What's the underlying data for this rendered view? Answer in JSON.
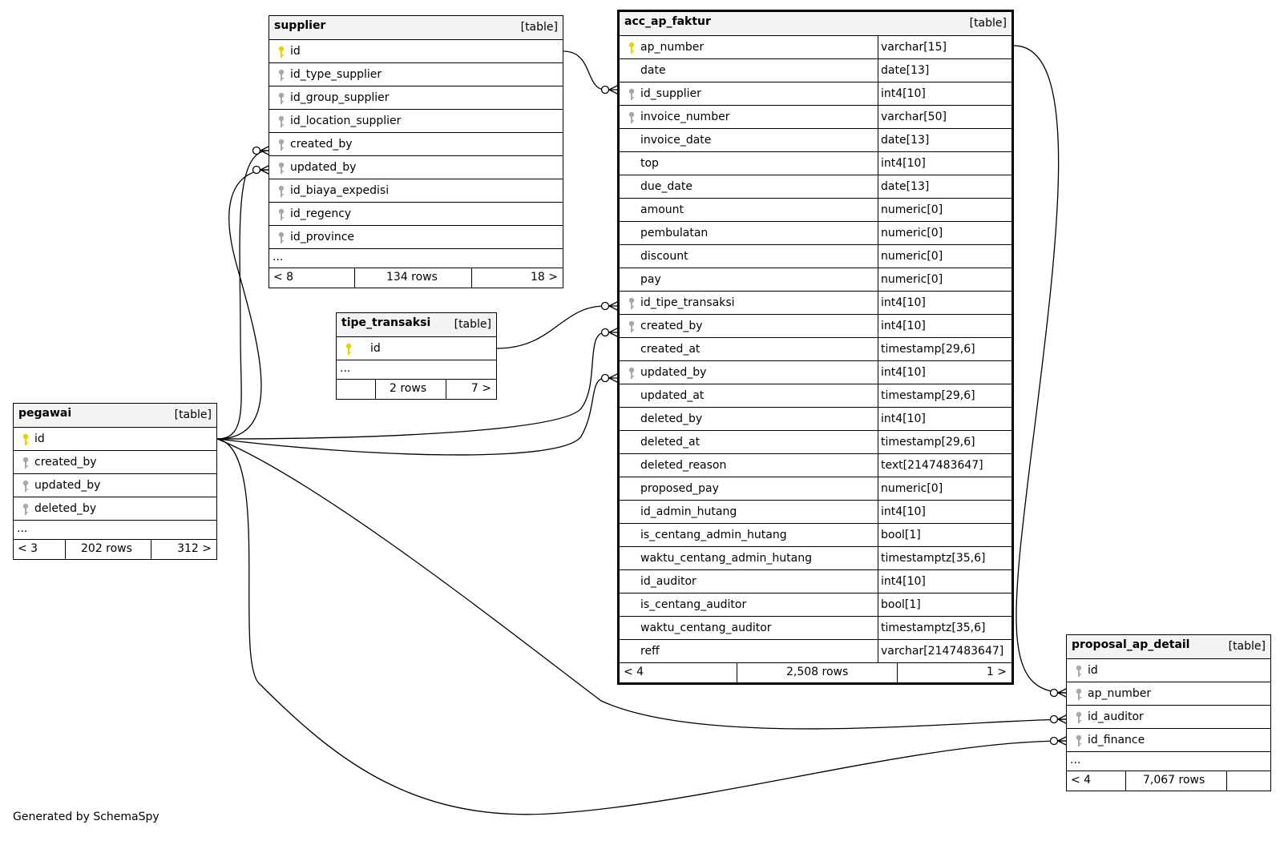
{
  "tables": {
    "supplier": {
      "name": "supplier",
      "kind": "[table]",
      "columns": [
        {
          "name": "id",
          "key": "primary"
        },
        {
          "name": "id_type_supplier",
          "key": "foreign"
        },
        {
          "name": "id_group_supplier",
          "key": "foreign"
        },
        {
          "name": "id_location_supplier",
          "key": "foreign"
        },
        {
          "name": "created_by",
          "key": "foreign"
        },
        {
          "name": "updated_by",
          "key": "foreign"
        },
        {
          "name": "id_biaya_expedisi",
          "key": "foreign"
        },
        {
          "name": "id_regency",
          "key": "foreign"
        },
        {
          "name": "id_province",
          "key": "foreign"
        }
      ],
      "more": "...",
      "footer": {
        "parents": "< 8",
        "rows": "134 rows",
        "children": "18 >"
      }
    },
    "tipe_transaksi": {
      "name": "tipe_transaksi",
      "kind": "[table]",
      "columns": [
        {
          "name": "id",
          "key": "primary"
        }
      ],
      "more": "...",
      "footer": {
        "parents": "",
        "rows": "2 rows",
        "children": "7 >"
      }
    },
    "pegawai": {
      "name": "pegawai",
      "kind": "[table]",
      "columns": [
        {
          "name": "id",
          "key": "primary"
        },
        {
          "name": "created_by",
          "key": "foreign"
        },
        {
          "name": "updated_by",
          "key": "foreign"
        },
        {
          "name": "deleted_by",
          "key": "foreign"
        }
      ],
      "more": "...",
      "footer": {
        "parents": "< 3",
        "rows": "202 rows",
        "children": "312 >"
      }
    },
    "acc_ap_faktur": {
      "name": "acc_ap_faktur",
      "kind": "[table]",
      "columns": [
        {
          "name": "ap_number",
          "type": "varchar[15]",
          "key": "primary"
        },
        {
          "name": "date",
          "type": "date[13]",
          "key": ""
        },
        {
          "name": "id_supplier",
          "type": "int4[10]",
          "key": "foreign"
        },
        {
          "name": "invoice_number",
          "type": "varchar[50]",
          "key": "foreign"
        },
        {
          "name": "invoice_date",
          "type": "date[13]",
          "key": ""
        },
        {
          "name": "top",
          "type": "int4[10]",
          "key": ""
        },
        {
          "name": "due_date",
          "type": "date[13]",
          "key": ""
        },
        {
          "name": "amount",
          "type": "numeric[0]",
          "key": ""
        },
        {
          "name": "pembulatan",
          "type": "numeric[0]",
          "key": ""
        },
        {
          "name": "discount",
          "type": "numeric[0]",
          "key": ""
        },
        {
          "name": "pay",
          "type": "numeric[0]",
          "key": ""
        },
        {
          "name": "id_tipe_transaksi",
          "type": "int4[10]",
          "key": "foreign"
        },
        {
          "name": "created_by",
          "type": "int4[10]",
          "key": "foreign"
        },
        {
          "name": "created_at",
          "type": "timestamp[29,6]",
          "key": ""
        },
        {
          "name": "updated_by",
          "type": "int4[10]",
          "key": "foreign"
        },
        {
          "name": "updated_at",
          "type": "timestamp[29,6]",
          "key": ""
        },
        {
          "name": "deleted_by",
          "type": "int4[10]",
          "key": ""
        },
        {
          "name": "deleted_at",
          "type": "timestamp[29,6]",
          "key": ""
        },
        {
          "name": "deleted_reason",
          "type": "text[2147483647]",
          "key": ""
        },
        {
          "name": "proposed_pay",
          "type": "numeric[0]",
          "key": ""
        },
        {
          "name": "id_admin_hutang",
          "type": "int4[10]",
          "key": ""
        },
        {
          "name": "is_centang_admin_hutang",
          "type": "bool[1]",
          "key": ""
        },
        {
          "name": "waktu_centang_admin_hutang",
          "type": "timestamptz[35,6]",
          "key": ""
        },
        {
          "name": "id_auditor",
          "type": "int4[10]",
          "key": ""
        },
        {
          "name": "is_centang_auditor",
          "type": "bool[1]",
          "key": ""
        },
        {
          "name": "waktu_centang_auditor",
          "type": "timestamptz[35,6]",
          "key": ""
        },
        {
          "name": "reff",
          "type": "varchar[2147483647]",
          "key": ""
        }
      ],
      "footer": {
        "parents": "< 4",
        "rows": "2,508 rows",
        "children": "1 >"
      }
    },
    "proposal_ap_detail": {
      "name": "proposal_ap_detail",
      "kind": "[table]",
      "columns": [
        {
          "name": "id",
          "key": "foreign"
        },
        {
          "name": "ap_number",
          "key": "foreign"
        },
        {
          "name": "id_auditor",
          "key": "foreign"
        },
        {
          "name": "id_finance",
          "key": "foreign"
        }
      ],
      "more": "...",
      "footer": {
        "parents": "< 4",
        "rows": "7,067 rows",
        "children": ""
      }
    }
  },
  "relationships": [
    {
      "from": "supplier.id",
      "to": "acc_ap_faktur.id_supplier"
    },
    {
      "from": "tipe_transaksi.id",
      "to": "acc_ap_faktur.id_tipe_transaksi"
    },
    {
      "from": "pegawai.id",
      "to": "acc_ap_faktur.created_by"
    },
    {
      "from": "pegawai.id",
      "to": "acc_ap_faktur.updated_by"
    },
    {
      "from": "pegawai.id",
      "to": "supplier.created_by"
    },
    {
      "from": "pegawai.id",
      "to": "supplier.updated_by"
    },
    {
      "from": "acc_ap_faktur.ap_number",
      "to": "proposal_ap_detail.ap_number"
    },
    {
      "from": "pegawai.id",
      "to": "proposal_ap_detail.id_auditor"
    },
    {
      "from": "pegawai.id",
      "to": "proposal_ap_detail.id_finance"
    }
  ],
  "colors": {
    "primary_key": "#e6d200",
    "foreign_key": "#a8a8a8",
    "header_bg": "#f3f3f3",
    "line": "#000000"
  },
  "credit": "Generated by SchemaSpy"
}
